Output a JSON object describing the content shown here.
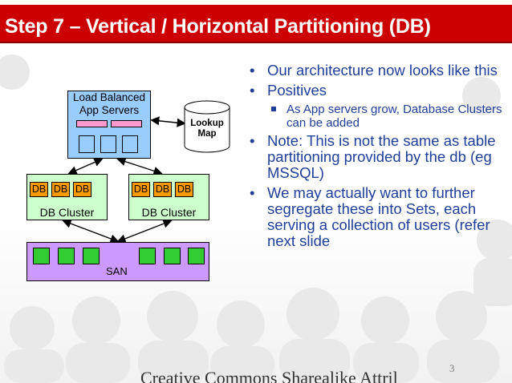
{
  "slide": {
    "title": "Step 7 – Vertical / Horizontal Partitioning (DB)",
    "page_number": "3",
    "footer": "Creative Commons Sharealike Attril"
  },
  "diagram": {
    "app_servers": {
      "label_line1": "Load Balanced",
      "label_line2": "App Servers"
    },
    "lookup": {
      "label_line1": "Lookup",
      "label_line2": "Map"
    },
    "clusters": [
      {
        "db_labels": [
          "DB",
          "DB",
          "DB"
        ],
        "label": "DB Cluster"
      },
      {
        "db_labels": [
          "DB",
          "DB",
          "DB"
        ],
        "label": "DB Cluster"
      }
    ],
    "san": {
      "label": "SAN"
    }
  },
  "bullets": {
    "b1": "Our architecture now looks like this",
    "b2": "Positives",
    "b2_sub": "As App servers grow, Database Clusters can be added",
    "b3": "Note: This is not the same as table partitioning provided by the db (eg MSSQL)",
    "b4": "We may actually want to further segregate these into Sets, each serving a collection of users (refer next slide"
  }
}
